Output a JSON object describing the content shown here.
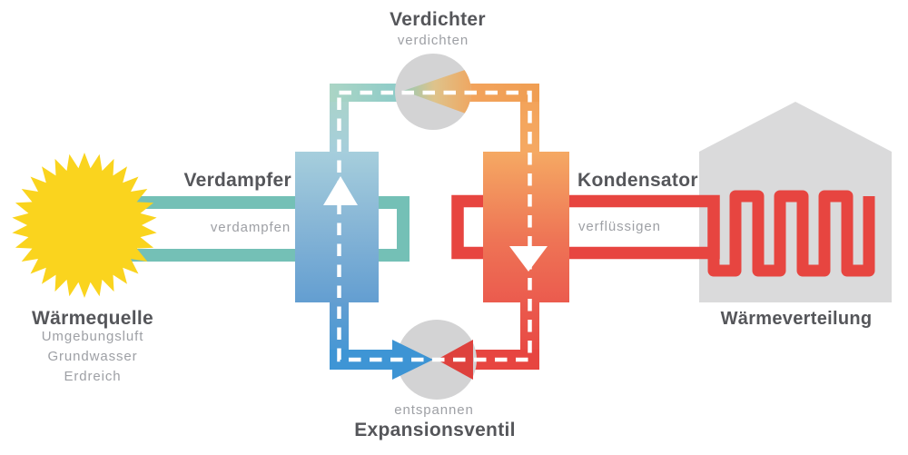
{
  "labels": {
    "compressor": {
      "title": "Verdichter",
      "process": "verdichten"
    },
    "evaporator": {
      "title": "Verdampfer",
      "process": "verdampfen"
    },
    "condenser": {
      "title": "Kondensator",
      "process": "verflüssigen"
    },
    "expansion_valve": {
      "title": "Expansionsventil",
      "process": "entspannen"
    },
    "heat_source": {
      "title": "Wärmequelle",
      "options": [
        "Umgebungsluft",
        "Grundwasser",
        "Erdreich"
      ]
    },
    "heat_distribution": {
      "title": "Wärmeverteilung"
    }
  },
  "colors": {
    "background": "#FFFFFF",
    "sun_yellow": "#FAD41E",
    "source_loop_teal": "#74C0B6",
    "cold_blue": "#3E95D5",
    "hot_red": "#E74540",
    "valve_blue": "#3D94D4",
    "valve_red": "#DE413D",
    "warm_orange": "#F2A157",
    "evaporator_top": "#A6CEDC",
    "evaporator_bottom": "#639ED1",
    "condenser_top": "#F5A963",
    "condenser_bottom": "#EB5B4E",
    "component_gray": "#D3D3D4",
    "house_gray": "#DADADB",
    "title_text": "#55565A",
    "process_text": "#9EA0A5",
    "flow_dash_white": "#FFFFFF"
  }
}
